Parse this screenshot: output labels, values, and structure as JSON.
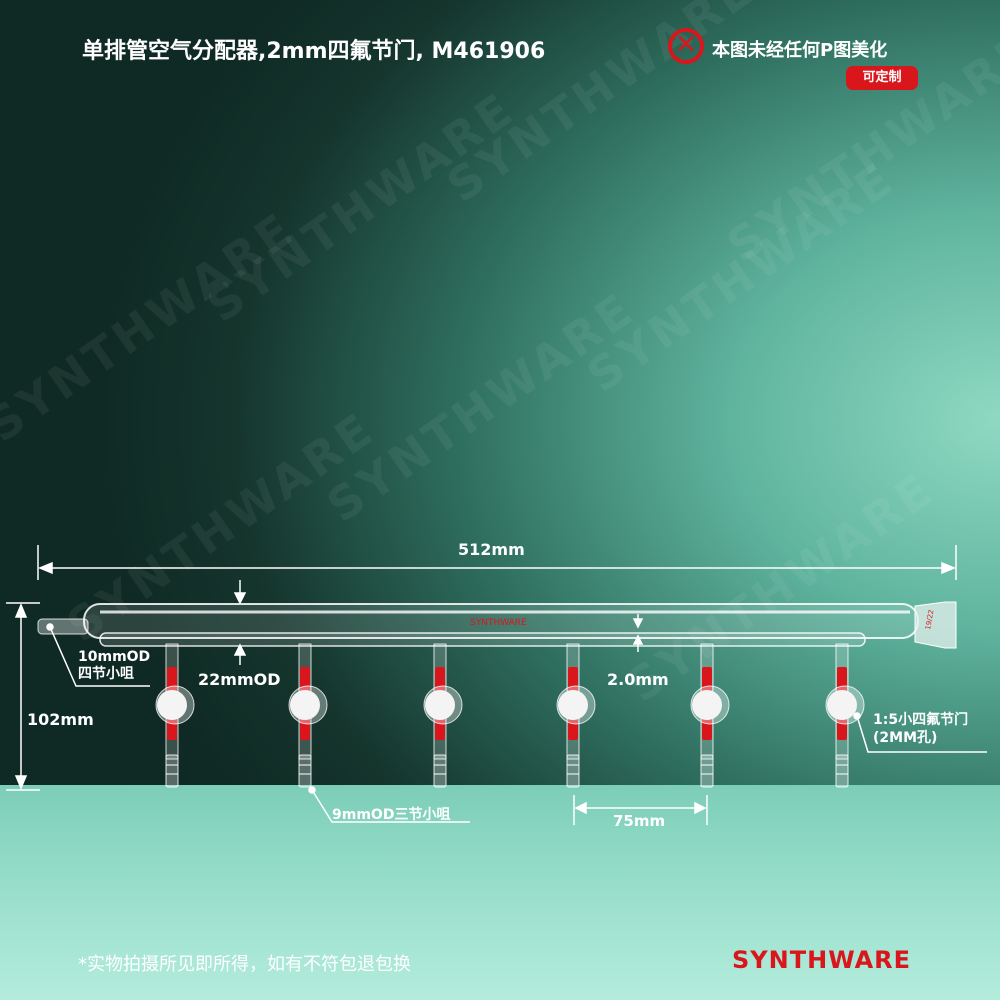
{
  "header": {
    "title": "单排管空气分配器,2mm四氟节门, M461906",
    "no_ps_note": "本图未经任何P图美化",
    "custom_badge": "可定制"
  },
  "icons": {
    "no_edit": "x-circle-icon"
  },
  "dimensions": {
    "length": "512mm",
    "height": "102mm",
    "main_od": "22mmOD",
    "wall": "2.0mm",
    "spacing": "75mm",
    "inlet": [
      "10mmOD",
      "四节小咀"
    ],
    "outlet": "9mmOD三节小咀",
    "valve": [
      "1:5小四氟节门",
      "(2MM孔)"
    ]
  },
  "product": {
    "joint_label": "19/22",
    "tube_logo": "SYNTHWARE",
    "outlet_count": 6
  },
  "footer": {
    "note": "*实物拍摄所见即所得，如有不符包退包换",
    "brand": "SYNTHWARE"
  },
  "colors": {
    "accent": "#d9161c",
    "stopcock": "#f4f4f4"
  },
  "watermark": "SYNTHWARE"
}
